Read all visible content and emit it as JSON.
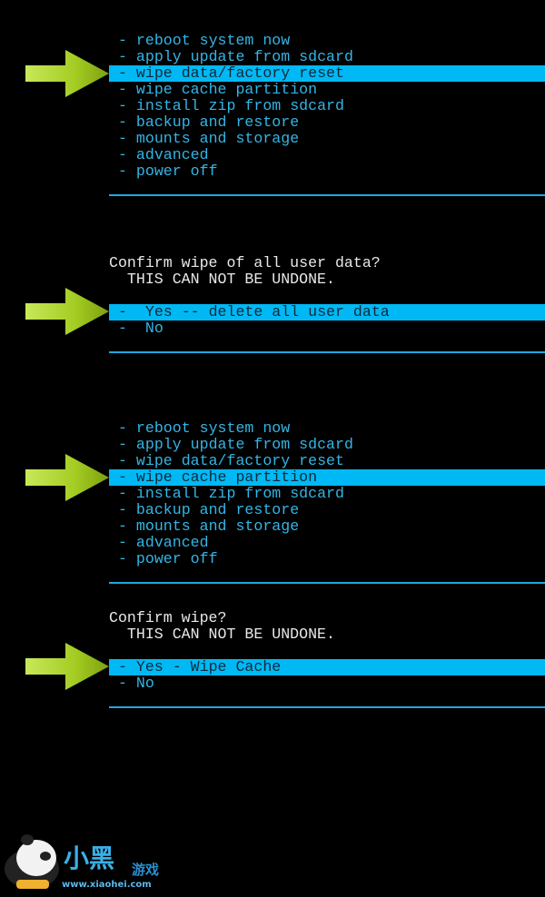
{
  "menu1": {
    "items": [
      "- reboot system now",
      "- apply update from sdcard",
      "- wipe data/factory reset",
      "- wipe cache partition",
      "- install zip from sdcard",
      "- backup and restore",
      "- mounts and storage",
      "- advanced",
      "- power off"
    ],
    "selected": 2
  },
  "confirm1": {
    "title": "Confirm wipe of all user data?",
    "warning": "  THIS CAN NOT BE UNDONE.",
    "options": [
      "-  Yes -- delete all user data",
      "-  No"
    ]
  },
  "menu2": {
    "items": [
      "- reboot system now",
      "- apply update from sdcard",
      "- wipe data/factory reset",
      "- wipe cache partition",
      "- install zip from sdcard",
      "- backup and restore",
      "- mounts and storage",
      "- advanced",
      "- power off"
    ],
    "selected": 3
  },
  "confirm2": {
    "title": "Confirm wipe?",
    "warning": "  THIS CAN NOT BE UNDONE.",
    "options": [
      "- Yes - Wipe Cache",
      "- No"
    ]
  },
  "watermark": {
    "brand": "小黑游戏",
    "url": "www.xiaohei.com"
  },
  "colors": {
    "text": "#33b5e5",
    "highlight": "#00b9f4",
    "arrow": "#9ccc1e"
  }
}
